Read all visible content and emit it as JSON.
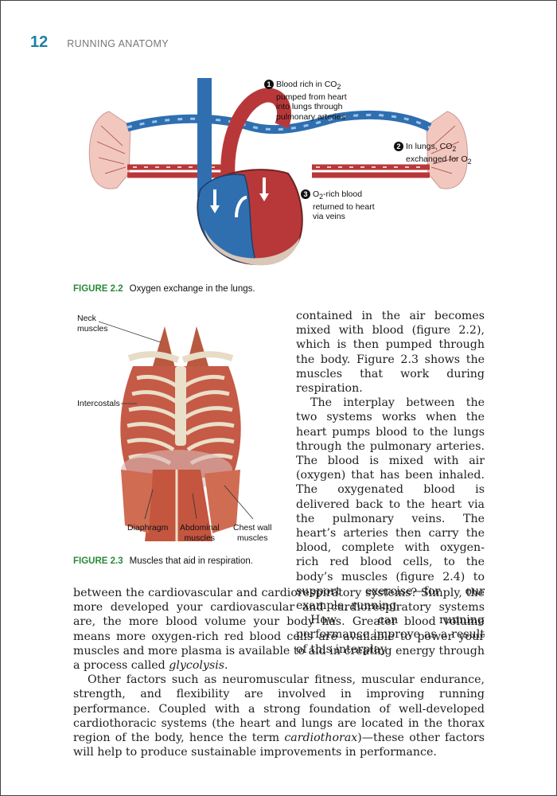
{
  "header": {
    "page_number": "12",
    "running_head": "RUNNING ANATOMY"
  },
  "figure1": {
    "callouts": [
      {
        "num": "1",
        "line1": "Blood rich in CO",
        "sub1": "2",
        "line2": "pumped from heart",
        "line3": "into lungs through",
        "line4": "pulmonary arteries"
      },
      {
        "num": "2",
        "line1": "In lungs, CO",
        "sub1": "2",
        "line2": "exchanged for O",
        "sub2": "2"
      },
      {
        "num": "3",
        "line1": "O",
        "sub1": "2",
        "line1b": "-rich blood",
        "line2": "returned to heart",
        "line3": "via veins"
      }
    ],
    "caption_label": "FIGURE 2.2",
    "caption_text": "Oxygen exchange in the lungs."
  },
  "figure2": {
    "labels": {
      "neck1": "Neck",
      "neck2": "muscles",
      "intercostals": "Intercostals",
      "diaphragm": "Diaphragm",
      "abd1": "Abdominal",
      "abd2": "muscles",
      "chest1": "Chest wall",
      "chest2": "muscles"
    },
    "caption_label": "FIGURE 2.3",
    "caption_text": "Muscles that aid in respiration."
  },
  "body": {
    "col_p1": "contained in the air becomes mixed with blood (figure 2.2), which is then pumped through the body. Figure 2.3 shows the muscles that work during respiration.",
    "col_p2": "The interplay between the two systems works when the heart pumps blood to the lungs through the pulmonary arteries. The blood is mixed with air (oxygen) that has been inhaled. The oxygenated blood is delivered back to the heart via the pulmonary veins. The heart’s arteries then carry the blood, complete with oxygen-rich red blood cells, to the body’s muscles (figure 2.4) to support exercise—for our example, running.",
    "col_p3": "How can running performance improve as a result of this interplay",
    "full_p1_a": "between the cardiovascular and cardiorespiratory systems? Simply, the more developed your cardiovascular and cardiorespiratory systems are, the more blood volume your body has. Greater blood volume means more oxygen-rich red blood cells are available to power your muscles and more plasma is available to aid in creating energy through a process called ",
    "full_p1_em": "glycolysis",
    "full_p1_b": ".",
    "full_p2_a": "Other factors such as neuromuscular fitness, muscular endurance, strength, and flexibility are involved in improving running performance. Coupled with a strong foundation of well-developed cardiothoracic systems (the heart and lungs are located in the thorax region of the body, hence the term ",
    "full_p2_em": "cardiothorax",
    "full_p2_b": ")—these other factors will help to produce sustainable improvements in performance."
  },
  "colors": {
    "accent_blue": "#1f7fa6",
    "caption_green": "#2a8a3a",
    "vein_blue": "#2f6fb0",
    "artery_red": "#b8383a"
  }
}
